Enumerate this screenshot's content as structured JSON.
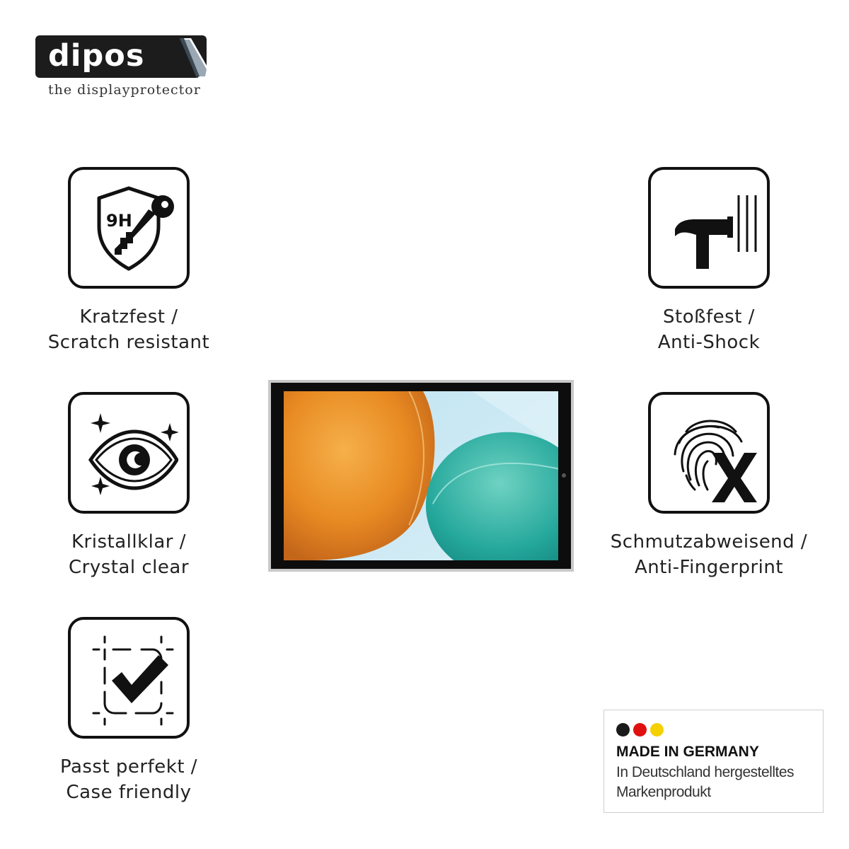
{
  "brand": {
    "name": "dipos",
    "tagline": "the displayprotector"
  },
  "features": [
    {
      "icon": "scratch-shield-key-icon",
      "badge": "9H",
      "line1": "Kratzfest /",
      "line2": "Scratch resistant"
    },
    {
      "icon": "hammer-shock-icon",
      "line1": "Stoßfest /",
      "line2": "Anti-Shock"
    },
    {
      "icon": "eye-sparkle-icon",
      "line1": "Kristallklar /",
      "line2": "Crystal clear"
    },
    {
      "icon": "fingerprint-cross-icon",
      "line1": "Schmutzabweisend /",
      "line2": "Anti-Fingerprint"
    },
    {
      "icon": "frame-check-icon",
      "line1": "Passt perfekt /",
      "line2": "Case friendly"
    }
  ],
  "badge": {
    "colors": [
      "#1a1a1a",
      "#e01010",
      "#f5d000"
    ],
    "title": "MADE IN GERMANY",
    "line1": "In Deutschland hergestelltes",
    "line2": "Markenprodukt"
  }
}
